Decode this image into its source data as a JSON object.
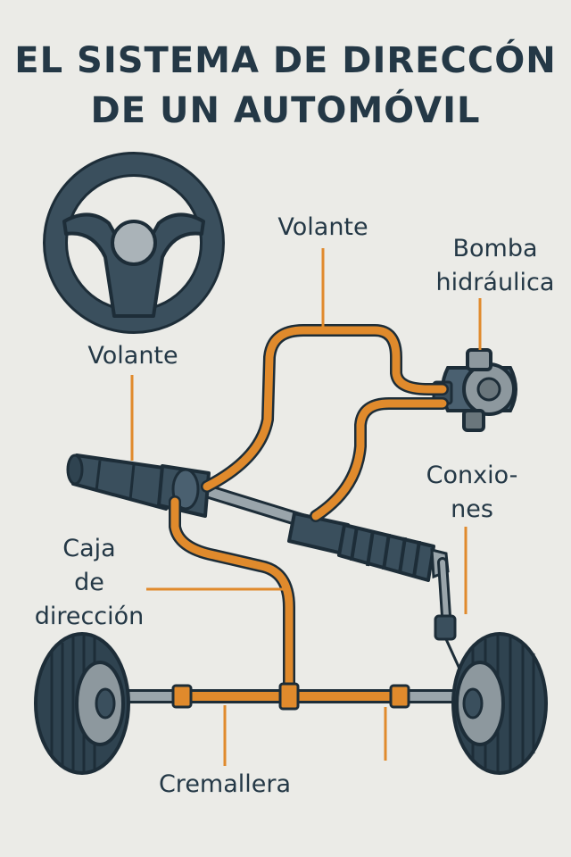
{
  "title": {
    "line1": "EL SISTEMA DE DIRECCÓN",
    "line2": "DE UN AUTOMÓVIL"
  },
  "labels": {
    "volante_top": "Volante",
    "bomba": {
      "line1": "Bomba",
      "line2": "hidráulica"
    },
    "volante_left": "Volante",
    "conexiones": {
      "line1": "Conxio-",
      "line2": "nes"
    },
    "caja": {
      "line1": "Caja",
      "line2": "de",
      "line3": "dirección"
    },
    "cremallera": "Cremallera"
  },
  "colors": {
    "background": "#ebebe7",
    "dark": "#2f4350",
    "text": "#243846",
    "orange": "#e08a2c",
    "steel": "#9aa5ab"
  }
}
